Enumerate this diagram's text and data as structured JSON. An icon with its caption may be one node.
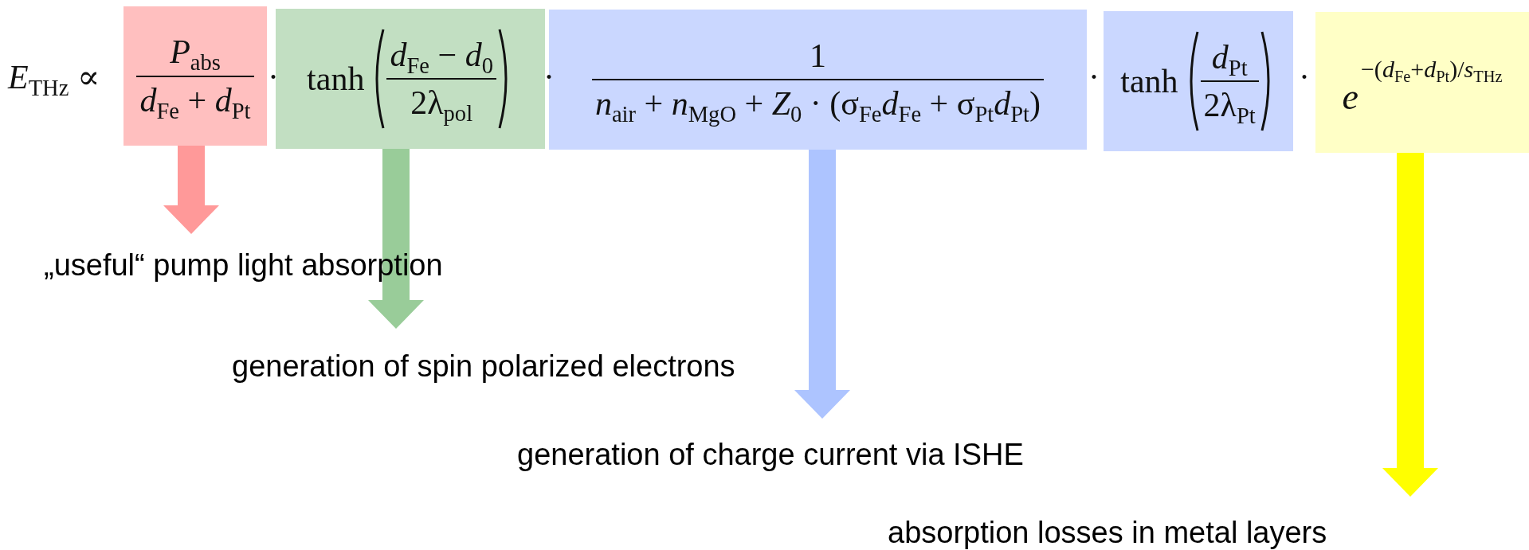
{
  "diagram": {
    "nodes": [
      {
        "text": [
          "*P*$_{abs}$",
          "*d*$_{Fe}$ + *d*$_{Pt}$"
        ]
      },
      {
        "text": [
          "tanh",
          "*d*$_{Fe}$ − *d*$_{0}$",
          "2λ$_{pol}$"
        ]
      },
      {
        "text": [
          "1",
          "*n*$_{air}$ + *n*$_{MgO}$ + *Z*$_{0}$ · (σ$_{Fe}$*d*$_{Fe}$ + σ$_{Pt}$*d*$_{Pt}$)"
        ]
      },
      {
        "text": [
          "tanh",
          "*d*$_{Pt}$",
          "2λ$_{Pt}$"
        ]
      },
      {
        "text": [
          "e",
          "−(*d*$_{Fe}$+*d*$_{Pt}$)/*s*$_{THz}$"
        ]
      },
      {
        "text": [
          "„useful“ pump light absorption"
        ]
      },
      {
        "text": [
          "generation of spin polarized electrons"
        ]
      },
      {
        "text": [
          "generation of charge current via ISHE"
        ]
      },
      {
        "text": [
          "absorption losses in metal layers"
        ]
      }
    ],
    "edges": [
      {
        "from": 0,
        "to": 5,
        "arrow": "to",
        "color": "#ff9999"
      },
      {
        "from": 1,
        "to": 6,
        "arrow": "to",
        "color": "#99cc99"
      },
      {
        "from": 2,
        "to": 7,
        "arrow": "to",
        "color": "#adc4ff"
      },
      {
        "from": 4,
        "to": 8,
        "arrow": "to",
        "color": "#ffff00"
      }
    ],
    "labels": [
      "*E*$_{THz}$ ∝",
      "·",
      "·",
      "·",
      "·"
    ]
  }
}
